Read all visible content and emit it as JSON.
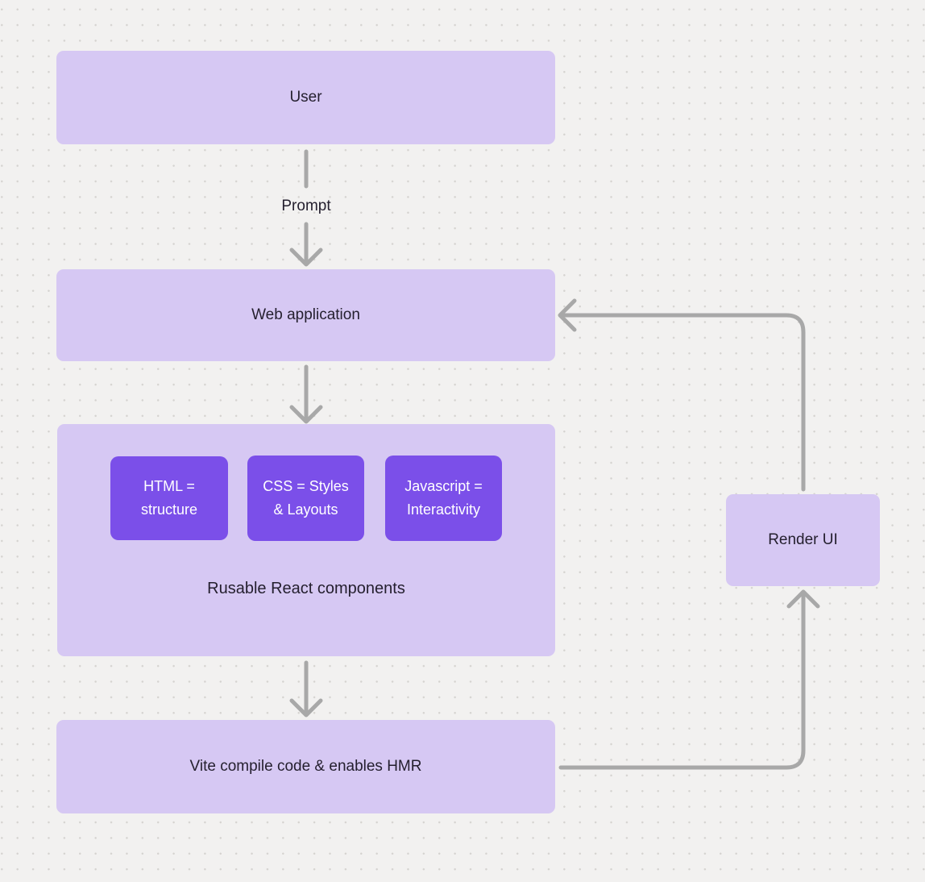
{
  "canvas": {
    "background_color": "#f2f1f0",
    "dot_color": "#d5d3d0"
  },
  "colors": {
    "node_fill_light": "#d6c8f3",
    "node_fill_dark": "#7b4fe9",
    "connector_gray": "#a8a8a8",
    "text_dark": "#241f2e",
    "text_light": "#ffffff"
  },
  "nodes": {
    "user": {
      "label": "User"
    },
    "web_application": {
      "label": "Web application"
    },
    "components_group": {
      "label": "Rusable React components",
      "children": [
        {
          "lines": [
            "HTML =",
            "structure"
          ]
        },
        {
          "lines": [
            "CSS = Styles",
            "& Layouts"
          ]
        },
        {
          "lines": [
            "Javascript =",
            "Interactivity"
          ]
        }
      ]
    },
    "vite": {
      "label": "Vite compile code & enables HMR"
    },
    "render_ui": {
      "label": "Render UI"
    }
  },
  "edges": {
    "prompt": {
      "label": "Prompt"
    }
  }
}
